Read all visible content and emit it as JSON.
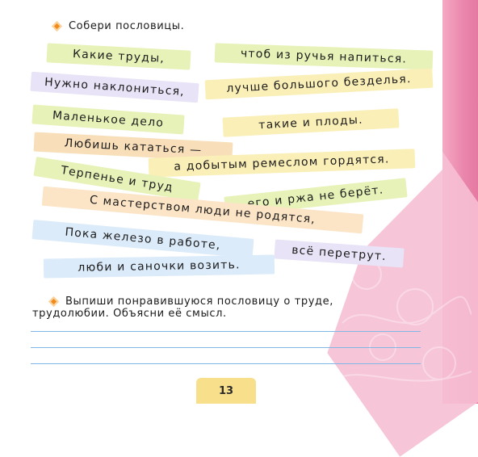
{
  "task1": {
    "text": "Собери пословицы."
  },
  "strips": [
    {
      "id": "kakie-trudy",
      "text": "Какие труды,"
    },
    {
      "id": "chtob-iz-ruchya",
      "text": "чтоб из ручья напиться."
    },
    {
      "id": "nuzhno-naklonitsya",
      "text": "Нужно наклониться,"
    },
    {
      "id": "luchshe-bolshogo",
      "text": "лучше большого безделья."
    },
    {
      "id": "malenkoe-delo",
      "text": "Маленькое дело"
    },
    {
      "id": "takie-i-plody",
      "text": "такие и плоды."
    },
    {
      "id": "lyubish-katatsya",
      "text": "Любишь кататься —"
    },
    {
      "id": "a-dobytym",
      "text": "а добытым ремеслом гордятся."
    },
    {
      "id": "terpenie-i-trud",
      "text": "Терпенье и труд"
    },
    {
      "id": "ego-i-rzha",
      "text": "его и ржа не берёт."
    },
    {
      "id": "s-masterstvom",
      "text": "С мастерством люди не родятся,"
    },
    {
      "id": "poka-zhelezo",
      "text": "Пока железо в работе,"
    },
    {
      "id": "vsyo-peretrut",
      "text": "всё перетрут."
    },
    {
      "id": "lyubi-i-sanochki",
      "text": "люби и саночки возить."
    }
  ],
  "task2": {
    "line1": "Выпиши понравившуюся пословицу о труде,",
    "line2": "трудолюбии. Объясни её смысл."
  },
  "page_number": "13",
  "colors": {
    "bullet": "#f08a1c",
    "write_line": "#7fb7e6",
    "page_badge": "#f8df8b",
    "border_pink": "#ea86ab"
  }
}
